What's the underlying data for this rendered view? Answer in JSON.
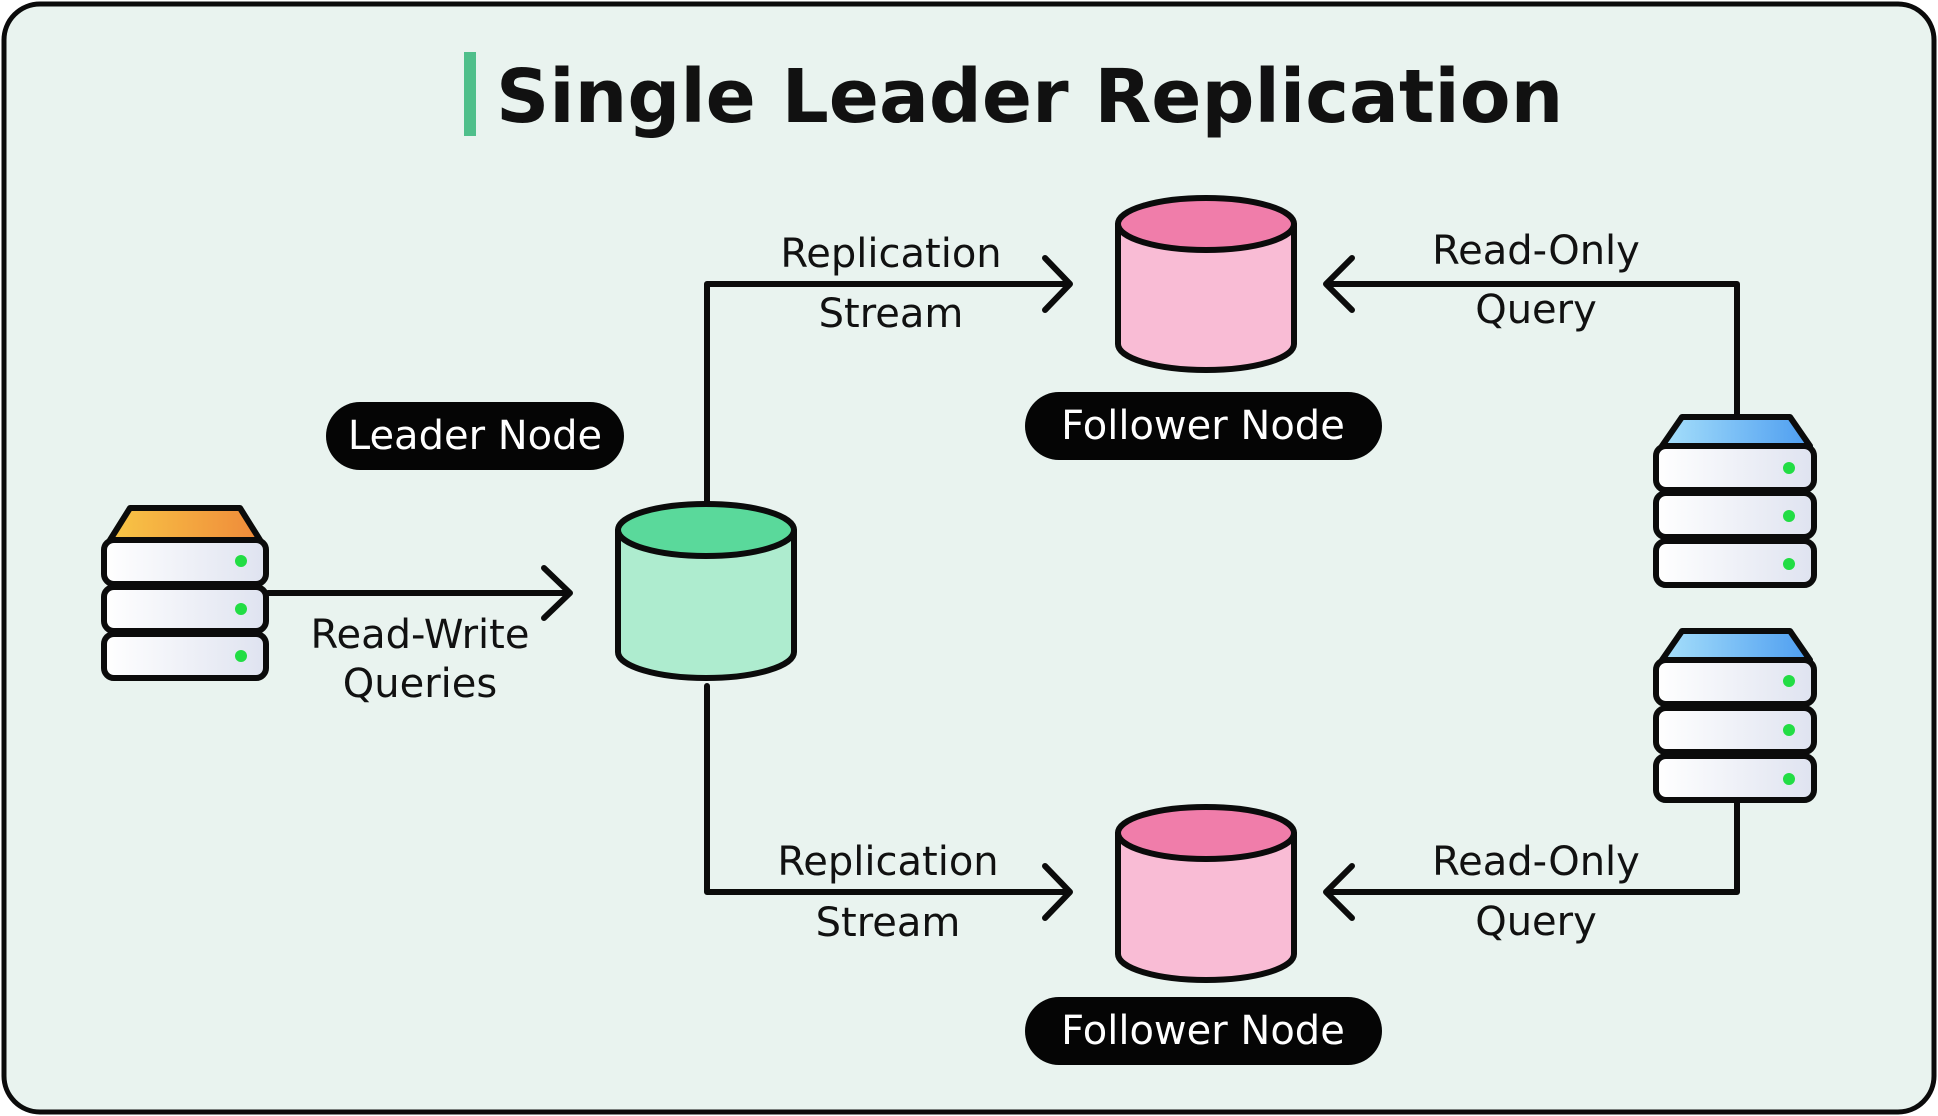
{
  "title": "Single Leader Replication",
  "colors": {
    "background": "#e9f3ef",
    "accent_bar": "#4fbf8b",
    "leader_db": "#aeeccf",
    "leader_db_top": "#5ad99b",
    "follower_db": "#f9bcd5",
    "follower_db_top": "#f07daa",
    "client_server_top": "#f3a13a",
    "replica_client_top": "#5fb8f0",
    "server_light": "#22dd44"
  },
  "labels": {
    "leader_node": "Leader Node",
    "follower_node_top": "Follower Node",
    "follower_node_bottom": "Follower Node"
  },
  "edges": {
    "read_write": {
      "line1": "Read-Write",
      "line2": "Queries"
    },
    "replication_top": {
      "line1": "Replication",
      "line2": "Stream"
    },
    "replication_bottom": {
      "line1": "Replication",
      "line2": "Stream"
    },
    "read_only_top": {
      "line1": "Read-Only",
      "line2": "Query"
    },
    "read_only_bottom": {
      "line1": "Read-Only",
      "line2": "Query"
    }
  },
  "icons": {
    "client": "server-stack-icon",
    "leader": "database-icon",
    "follower": "database-icon"
  }
}
